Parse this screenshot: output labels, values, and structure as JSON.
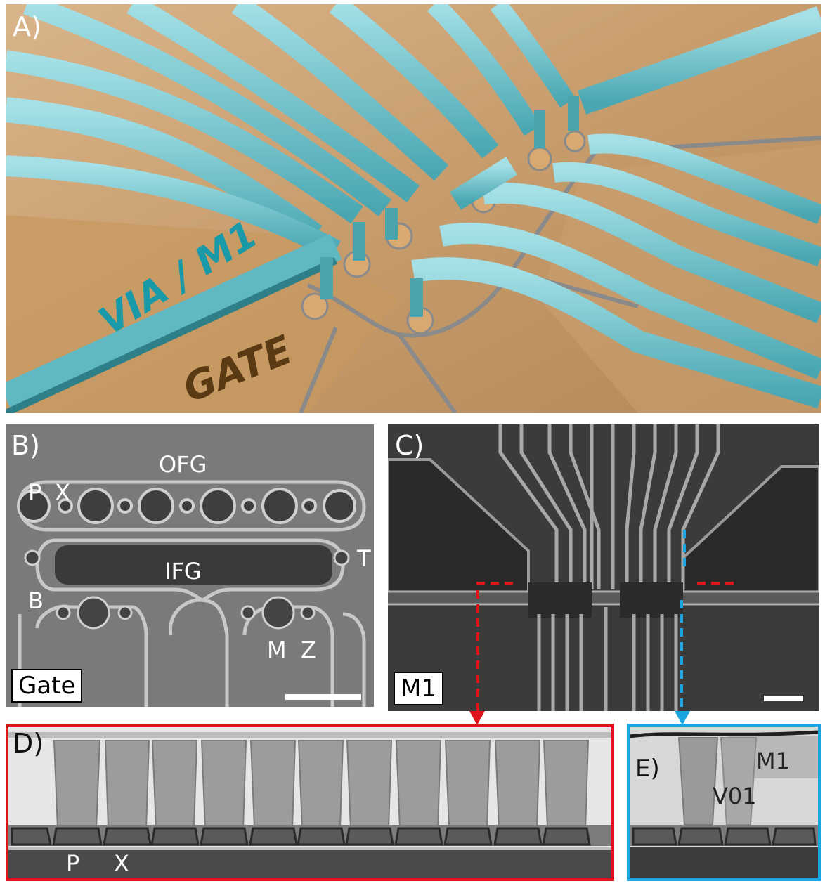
{
  "panels": {
    "a": {
      "label": "A)",
      "via_text": "VIA / M1",
      "gate_text": "GATE",
      "colors": {
        "via": "#5fb8c2",
        "gate": "#c9a073",
        "gate_text": "#5a3a12"
      }
    },
    "b": {
      "label": "B)",
      "scale_label": "Gate",
      "labels": {
        "ofg": "OFG",
        "p": "P",
        "x": "X",
        "ifg": "IFG",
        "t": "T",
        "b": "B",
        "m": "M",
        "z": "Z"
      }
    },
    "c": {
      "label": "C)",
      "scale_label": "M1"
    },
    "d": {
      "label": "D)",
      "labels": {
        "p": "P",
        "x": "X"
      },
      "border_color": "#e0141c"
    },
    "e": {
      "label": "E)",
      "labels": {
        "m1": "M1",
        "v01": "V01"
      },
      "border_color": "#1aa5e0"
    }
  }
}
